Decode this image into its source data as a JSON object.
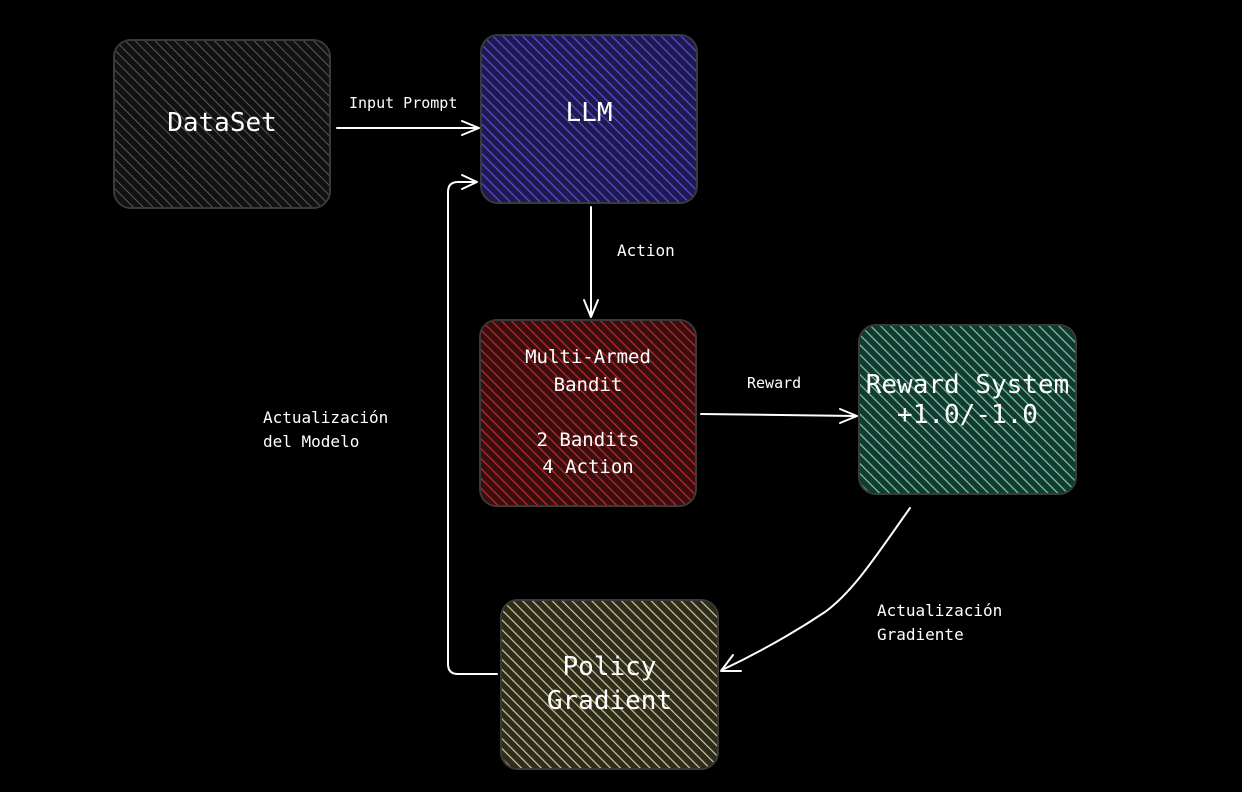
{
  "diagram": {
    "nodes": {
      "dataset": {
        "label": "DataSet",
        "color": "#2a2a2a"
      },
      "llm": {
        "label": "LLM",
        "color": "#4f3fc0"
      },
      "bandit": {
        "label": "Multi-Armed\nBandit\n\n2 Bandits\n4 Action",
        "color": "#b22a2a"
      },
      "reward_system": {
        "label": "Reward System\n+1.0/-1.0",
        "color": "#6fc2a6"
      },
      "policy_gradient": {
        "label": "Policy\nGradient",
        "color": "#c6c08a"
      }
    },
    "edges": {
      "input_prompt": "Input Prompt",
      "action": "Action",
      "reward": "Reward",
      "actualizacion_modelo": "Actualización\ndel Modelo",
      "actualizacion_gradiente": "Actualización\nGradiente"
    }
  }
}
